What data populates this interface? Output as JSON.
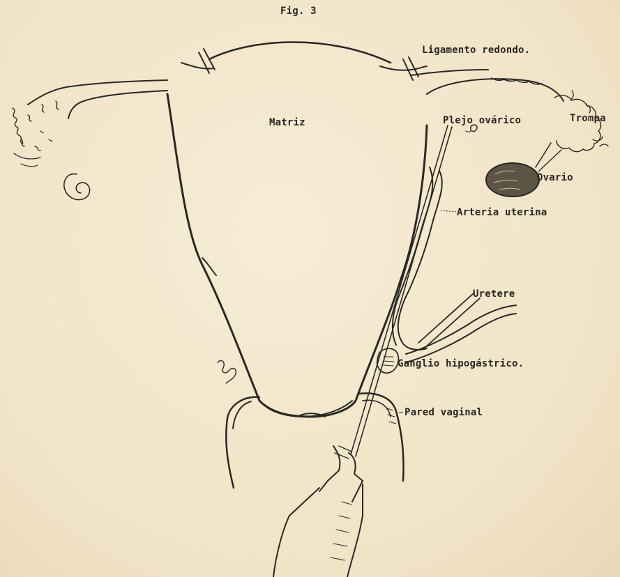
{
  "figure": {
    "caption": "Fig. 3",
    "labels": {
      "matriz": "Matriz",
      "ligamento": "Ligamento redondo.",
      "plejo": "Plejo ovárico",
      "trompa": "Trompa",
      "ovario": "Ovario",
      "arteria": "Arteria uterina",
      "uretere": "Uretere",
      "ganglio": "Ganglio hipogástrico.",
      "pared": "Pared vaginal"
    }
  }
}
